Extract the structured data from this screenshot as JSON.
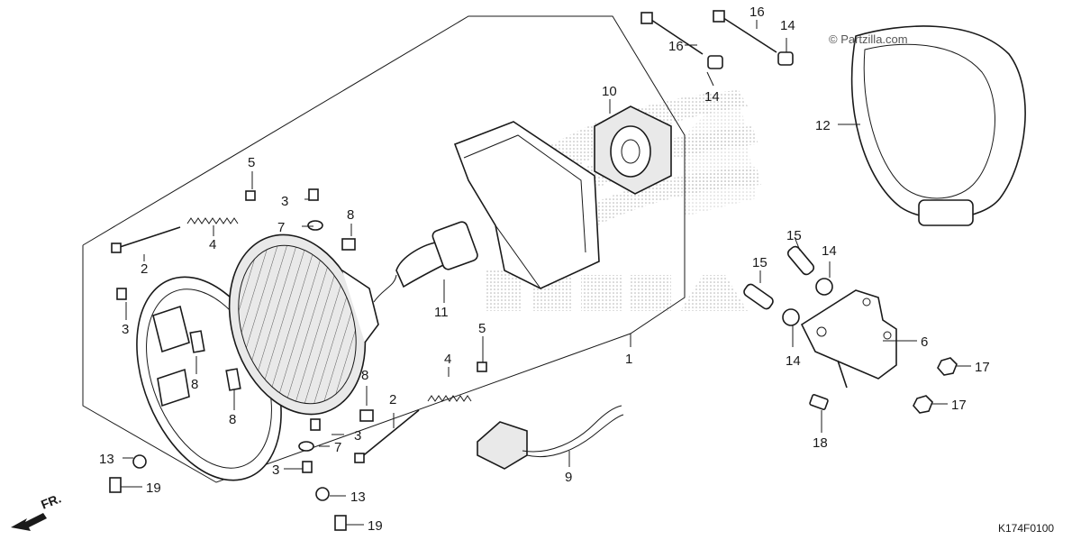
{
  "diagram": {
    "watermark": "© Partzilla.com",
    "diagram_code": "K174F0100",
    "direction_label": "FR.",
    "callouts": {
      "c1": "1",
      "c2a": "2",
      "c2b": "2",
      "c3a": "3",
      "c3b": "3",
      "c3c": "3",
      "c3d": "3",
      "c4a": "4",
      "c4b": "4",
      "c5a": "5",
      "c5b": "5",
      "c6": "6",
      "c7a": "7",
      "c7b": "7",
      "c8a": "8",
      "c8b": "8",
      "c8c": "8",
      "c8d": "8",
      "c9": "9",
      "c10": "10",
      "c11": "11",
      "c12": "12",
      "c13a": "13",
      "c13b": "13",
      "c14a": "14",
      "c14b": "14",
      "c14c": "14",
      "c14d": "14",
      "c15a": "15",
      "c15b": "15",
      "c16a": "16",
      "c16b": "16",
      "c17a": "17",
      "c17b": "17",
      "c18": "18",
      "c19a": "19",
      "c19b": "19"
    }
  },
  "colors": {
    "line": "#1a1a1a",
    "background": "#ffffff",
    "watermark_gray": "#bcbcbc"
  },
  "icons": {
    "direction": "front-direction-arrow-icon",
    "logo": "honda-wing-watermark"
  }
}
